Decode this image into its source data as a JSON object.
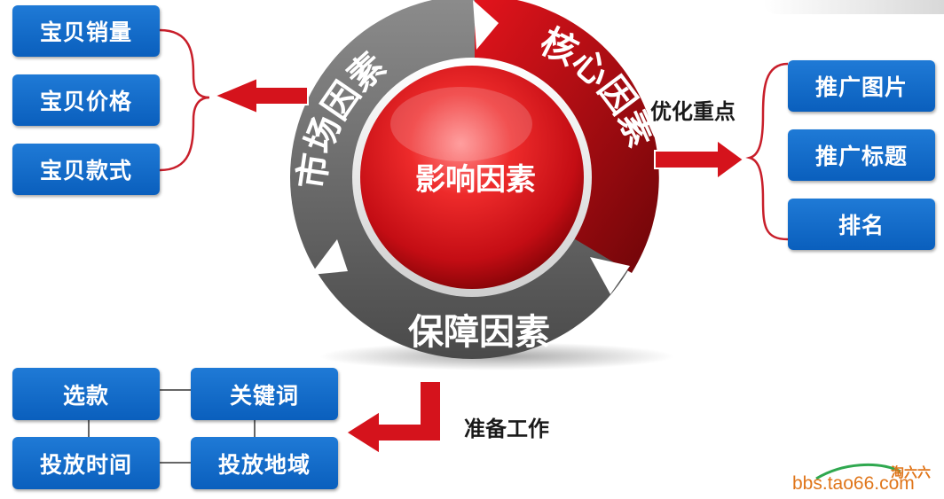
{
  "center": {
    "label": "影响因素"
  },
  "ring": {
    "market_label": "市场因素",
    "core_label": "核心因素",
    "guarantee_label": "保障因素"
  },
  "left_boxes": [
    "宝贝销量",
    "宝贝价格",
    "宝贝款式"
  ],
  "right_boxes": [
    "推广图片",
    "推广标题",
    "排名"
  ],
  "right_arrow_label": "优化重点",
  "bottom_arrow_label": "准备工作",
  "bottom_boxes": {
    "top_left": "选款",
    "top_right": "关键词",
    "bottom_left": "投放时间",
    "bottom_right": "投放地域"
  },
  "watermark": {
    "url": "bbs.tao66.com",
    "logo": "淘六六"
  },
  "colors": {
    "box_blue": "#0a5fbd",
    "arrow_red": "#d5131c",
    "ring_gray": "#6e6e6e",
    "ring_red": "#a80d14",
    "center_red": "#e01b22"
  }
}
